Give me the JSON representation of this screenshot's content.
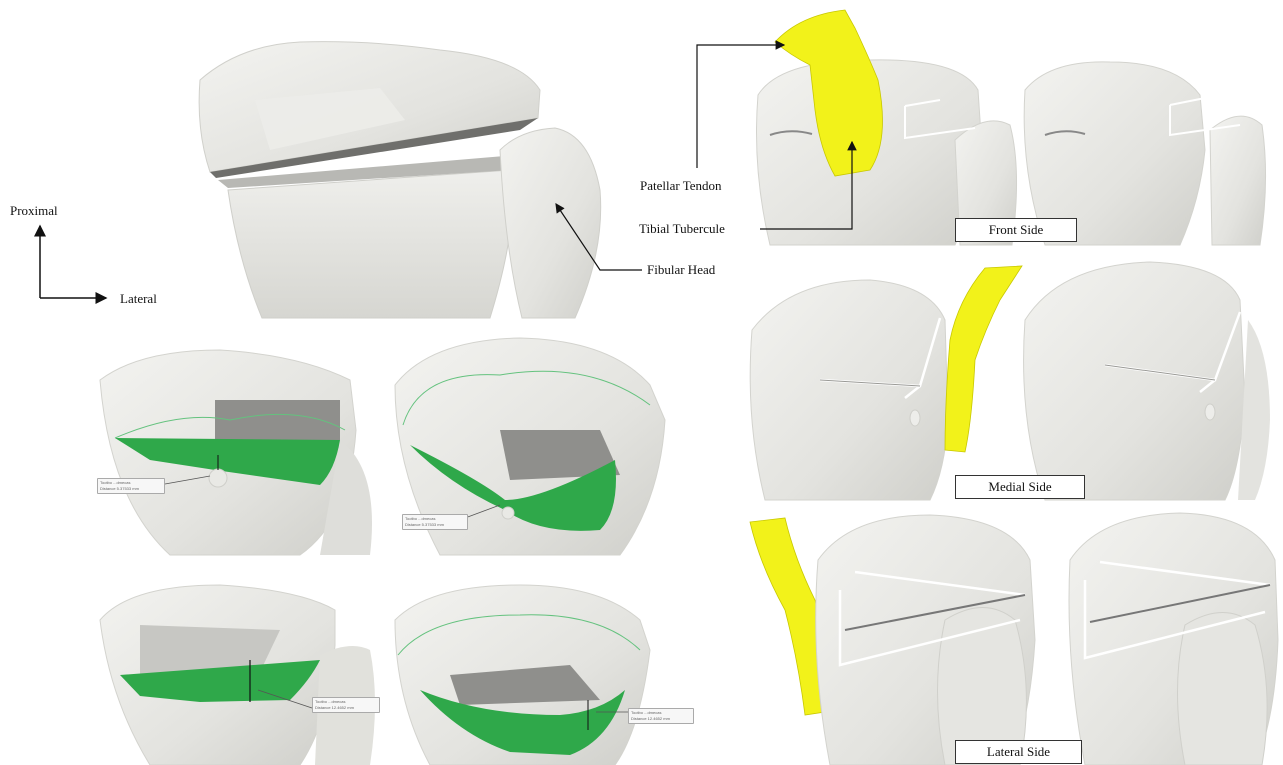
{
  "orientation": {
    "proximal_label": "Proximal",
    "lateral_label": "Lateral"
  },
  "annotations": {
    "fibular_head": "Fibular Head",
    "patellar_tendon": "Patellar Tendon",
    "tibial_tubercule": "Tibial Tubercule"
  },
  "views": {
    "front": "Front Side",
    "medial": "Medial Side",
    "lateral": "Lateral Side"
  },
  "measurements": [
    {
      "title": "Tootbo ...dmecas",
      "distance": "Distance 5.37533 mm"
    },
    {
      "title": "Tootbo ...dmecas",
      "distance": "Distance 5.37533 mm"
    },
    {
      "title": "Tootbo ...dmecas",
      "distance": "Distance 12.4652 mm"
    },
    {
      "title": "Tootbo ...dmecas",
      "distance": "Distance 12.4652 mm"
    }
  ],
  "colors": {
    "bone": "#e6e6e2",
    "bone_shadow": "#c9c9c4",
    "cut_plane": "#8f8f8c",
    "resection_green": "#2fa84a",
    "tendon_yellow": "#f2f21a",
    "osteotomy_line": "#ffffff"
  }
}
